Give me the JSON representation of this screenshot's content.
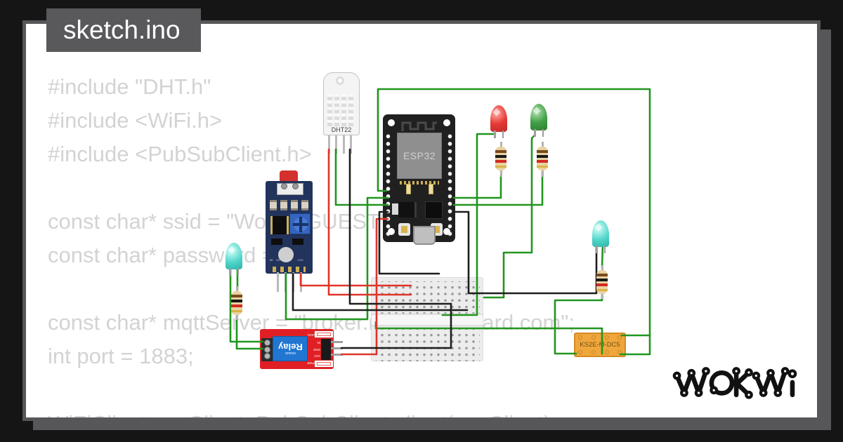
{
  "window": {
    "tab_label": "sketch.ino",
    "brand": "WOKWI"
  },
  "code": {
    "lines": [
      "#include \"DHT.h\"",
      "#include <WiFi.h>",
      "#include <PubSubClient.h>",
      "",
      "const char* ssid = \"Wokwi-GUEST\";",
      "const char* password = \"\";",
      "",
      "const char* mqttServer = \"broker.mqttdashboard.com\";",
      "int port = 1883;",
      "",
      "WiFiClient espClient; PubSubClient client(espClient);"
    ]
  },
  "circuit": {
    "dht22": {
      "label": "DHT22"
    },
    "esp32": {
      "label": "ESP32"
    },
    "sensor_module": {
      "pin_labels": [
        "A0",
        "D0",
        "GND",
        "VCC"
      ]
    },
    "relay_module": {
      "box_line1": "Relay",
      "box_line2": "Module",
      "pin_labels": [
        "IN",
        "GND",
        "VCC"
      ],
      "indicator_labels": [
        "LED1",
        "PWR"
      ]
    },
    "relay_ks2e": {
      "label": "KS2E-M-DC5"
    }
  },
  "colors": {
    "background": "#151515",
    "frame": "#57575a",
    "panel": "#ffffff",
    "tab": "#59595c",
    "code_text": "#d3d3d3",
    "wire_green": "#21961f",
    "wire_red": "#df352b",
    "wire_black": "#1e1e1e",
    "led_red": "#e53935",
    "led_green": "#43a047",
    "led_cyan": "#4fd5ca",
    "relay_board": "#e01f25",
    "relay_box": "#2176d2",
    "sensor_board": "#22335c",
    "ks2e_body": "#f0a63b",
    "breadboard": "#ececec",
    "esp_board": "#202020",
    "resistor_body": "#e8d3a2"
  }
}
